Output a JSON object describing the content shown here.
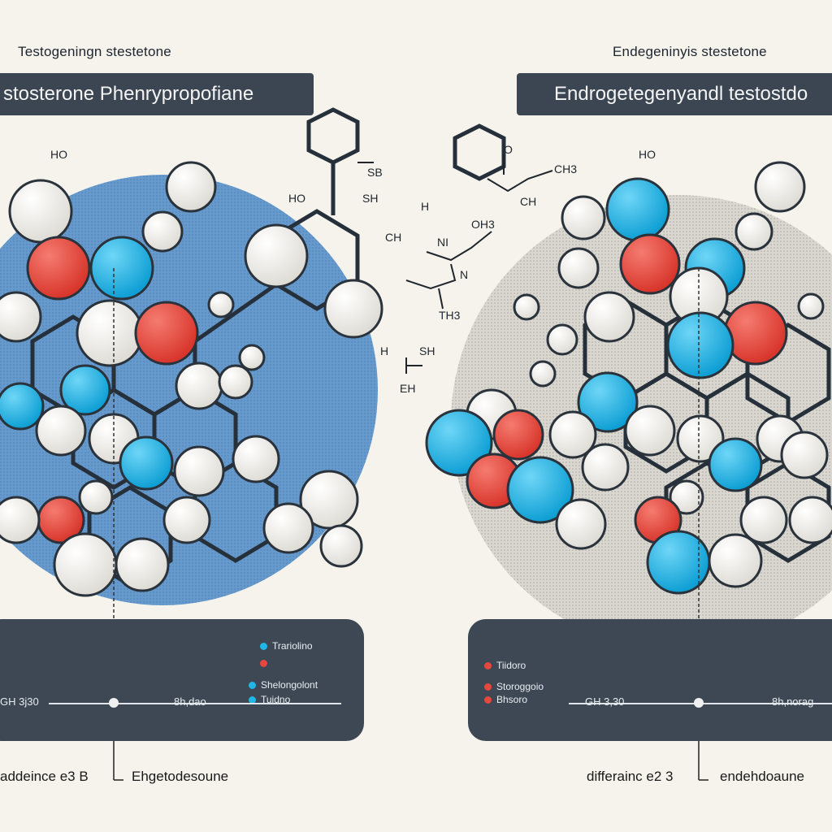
{
  "left": {
    "small_title": "Testogeningn stestetone",
    "banner": "stosterone Phenrypropofiane",
    "ho_label": "HO",
    "legend": [
      {
        "label": "Trariolino",
        "color": "#1fb6e8"
      },
      {
        "label": "",
        "color": "#e8473d"
      },
      {
        "label": "Shelongolont",
        "color": "#1fb6e8"
      },
      {
        "label": "Tuidno",
        "color": "#1fb6e8"
      }
    ],
    "axis_left": "GH 3j30",
    "axis_right": "8h,dao",
    "bottom_left": "addeince  e3  B",
    "bottom_right": "Ehgetodesoune"
  },
  "right": {
    "small_title": "Endegeninyis stestetone",
    "banner": "Endrogetegenyandl testostdo",
    "ho_label": "HO",
    "legend": [
      {
        "label": "Tiidoro",
        "color": "#e8473d"
      },
      {
        "label": "Storoggoio",
        "color": "#e8473d"
      },
      {
        "label": "Bhsoro",
        "color": "#e8473d"
      }
    ],
    "axis_left": "GH 3,30",
    "axis_right": "8h,norag",
    "bottom_left": "differainc  e2  3",
    "bottom_right": "endehdoaune"
  },
  "center": {
    "labels": [
      "HO",
      "SB",
      "SH",
      "CH",
      "H",
      "SH",
      "EH",
      "H",
      "O",
      "CH3",
      "CH",
      "TH3",
      "NI",
      "N",
      "OH3"
    ]
  },
  "colors": {
    "blue_atom": "#1fb6e8",
    "red_atom": "#e8473d",
    "white_atom": "#f7f6f2",
    "panel_dark": "#3b4652"
  }
}
